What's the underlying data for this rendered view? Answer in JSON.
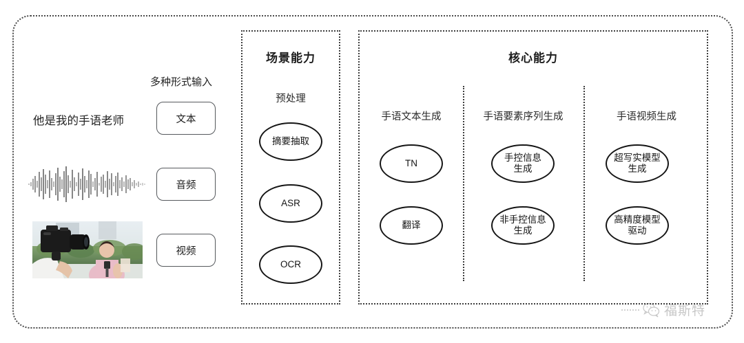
{
  "diagram": {
    "input_section": {
      "heading": "多种形式输入",
      "sentence": "他是我的手语老师",
      "buttons": [
        {
          "label": "文本"
        },
        {
          "label": "音频"
        },
        {
          "label": "视频"
        }
      ],
      "media": {
        "waveform_name": "audio-waveform",
        "video_thumbnail_name": "video-thumbnail"
      }
    },
    "scene_section": {
      "title": "场景能力",
      "group_label": "预处理",
      "nodes": [
        {
          "label": "摘要抽取"
        },
        {
          "label": "ASR"
        },
        {
          "label": "OCR"
        }
      ]
    },
    "core_section": {
      "title": "核心能力",
      "columns": [
        {
          "label": "手语文本生成",
          "nodes": [
            {
              "label": "TN"
            },
            {
              "label": "翻译"
            }
          ]
        },
        {
          "label": "手语要素序列生成",
          "nodes": [
            {
              "label": "手控信息\n生成"
            },
            {
              "label": "非手控信息\n生成"
            }
          ]
        },
        {
          "label": "手语视频生成",
          "nodes": [
            {
              "label": "超写实模型\n生成"
            },
            {
              "label": "高精度模型\n驱动"
            }
          ]
        }
      ]
    },
    "watermark": {
      "text": "福斯特",
      "icon": "wechat-icon"
    },
    "colors": {
      "border": "#3d3d3d",
      "node_stroke": "#151515",
      "text": "#1d1d1d",
      "background": "#ffffff"
    }
  }
}
